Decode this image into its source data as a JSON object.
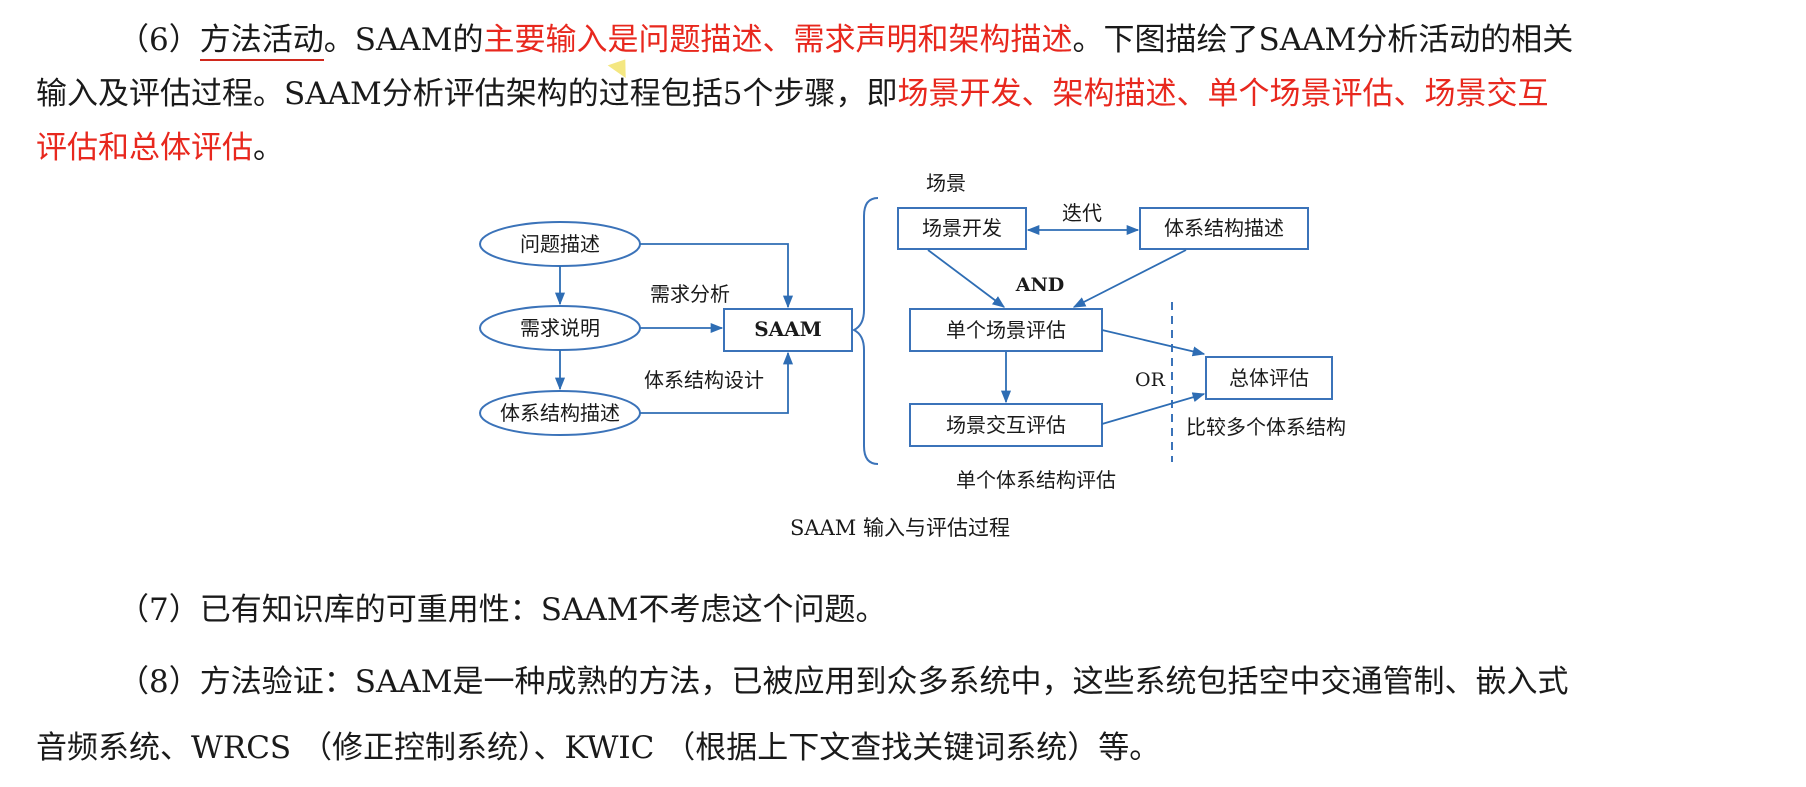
{
  "para6": {
    "num": "（6）",
    "heading": "方法活动",
    "t1": "。SAAM的",
    "r1": "主要输入是问题描述、需求声明和架构描述",
    "t2": "。下图描绘了SAAM分析活动的相关",
    "t3": "输入及评估过程。SAAM分析评估架构的过程包括5个步骤，即",
    "r2": "场景开发、架构描述、单个场景评估、场景交互",
    "r3": "评估和总体评估",
    "t4": "。"
  },
  "diagram": {
    "left_inputs": [
      "问题描述",
      "需求说明",
      "体系结构描述"
    ],
    "saam": "SAAM",
    "label_req_analysis": "需求分析",
    "label_arch_design": "体系结构设计",
    "scenario_header": "场景",
    "scenario_dev": "场景开发",
    "iteration": "迭代",
    "arch_desc": "体系结构描述",
    "and": "AND",
    "single_eval": "单个场景评估",
    "or": "OR",
    "overall_eval": "总体评估",
    "interaction_eval": "场景交互评估",
    "compare_multi": "比较多个体系结构",
    "single_arch_eval": "单个体系结构评估",
    "caption": "SAAM 输入与评估过程"
  },
  "para7": "（7）已有知识库的可重用性：SAAM不考虑这个问题。",
  "para8": {
    "line1": "（8）方法验证：SAAM是一种成熟的方法，已被应用到众多系统中，这些系统包括空中交通管制、嵌入式",
    "line2": "音频系统、WRCS （修正控制系统）、KWIC （根据上下文查找关键词系统）等。"
  },
  "colors": {
    "highlight": "#e8281e",
    "diagram_line": "#2e6db4"
  }
}
